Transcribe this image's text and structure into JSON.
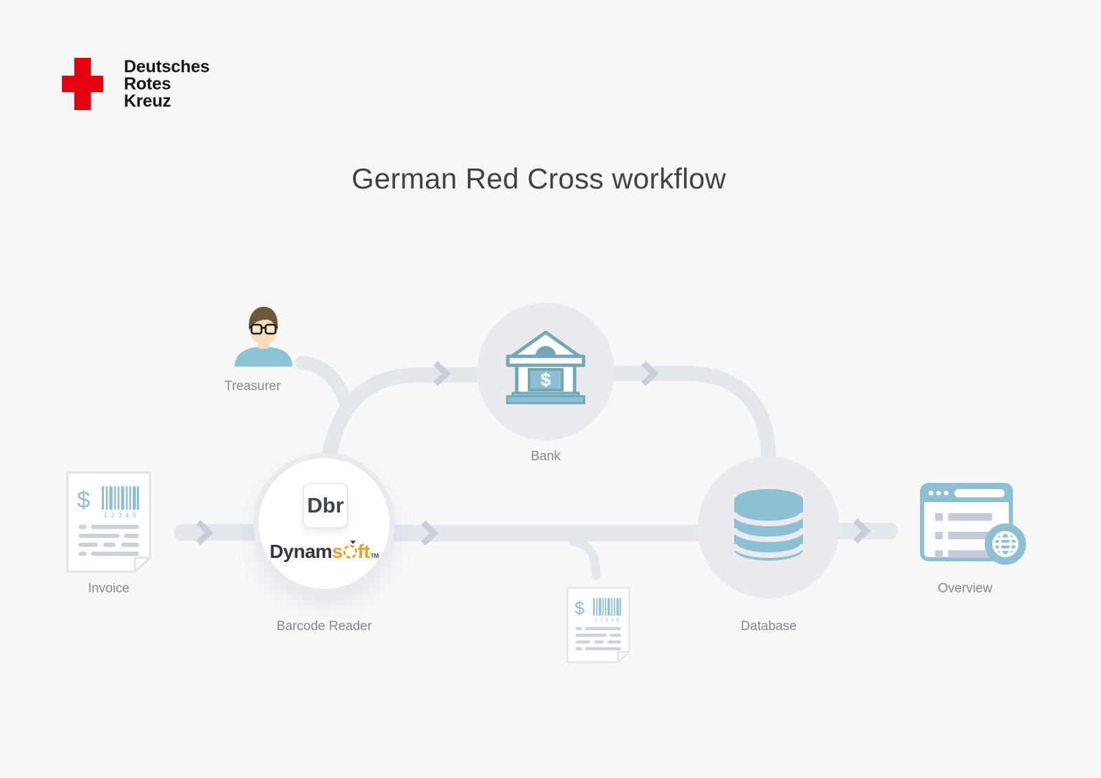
{
  "colors": {
    "background": "#f7f7f8",
    "pipe": "#e4e7ec",
    "chevron": "#c9cfd9",
    "circle-bg": "#e9ebee",
    "teal": "#8cc0d2",
    "teal-dark": "#74a7b6",
    "doc-border": "#dfe3e8",
    "doc-line": "#ccd2db",
    "label": "#84888f",
    "title": "#3f4348",
    "red": "#e3000f",
    "logo-text": "#161616",
    "brand-dark": "#33363e",
    "brand-orange": "#f09b26",
    "skin": "#f6dcba",
    "hair": "#6f5839",
    "shirt": "#8cc4d6"
  },
  "logo": {
    "line1": "Deutsches",
    "line2": "Rotes",
    "line3": "Kreuz"
  },
  "title": "German Red Cross workflow",
  "nodes": {
    "treasurer": {
      "label": "Treasurer"
    },
    "invoice": {
      "label": "Invoice",
      "currency": "$",
      "barcode_digits": "1 2 3 4 5"
    },
    "barcode_reader": {
      "label": "Barcode Reader",
      "chip": "Dbr",
      "brand_dark": "Dynam",
      "brand_orange_pre": "s",
      "brand_orange_post": "ft",
      "brand_tm": "TM"
    },
    "bank": {
      "label": "Bank",
      "currency": "$"
    },
    "database": {
      "label": "Database"
    },
    "overview": {
      "label": "Overview"
    }
  }
}
